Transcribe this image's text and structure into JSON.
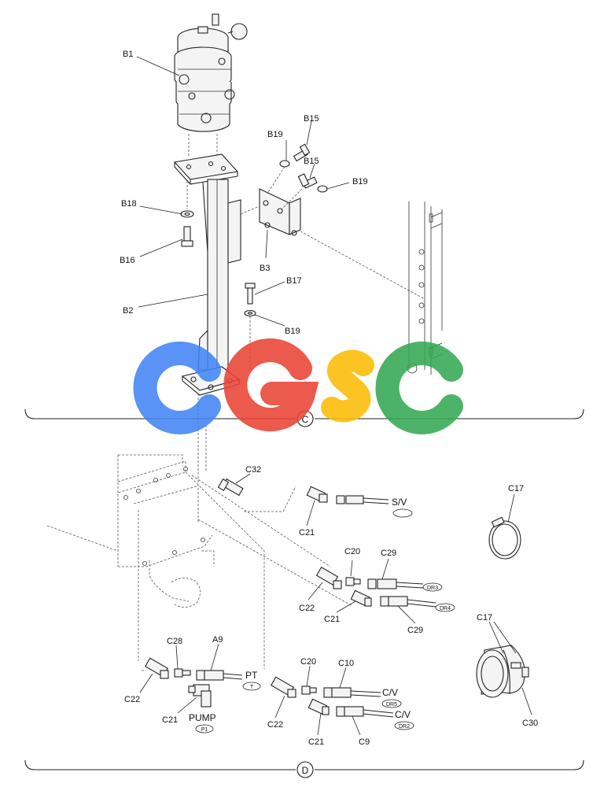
{
  "section_c": {
    "marker": "C",
    "labels": {
      "b1": "B1",
      "b2": "B2",
      "b3": "B3",
      "b15a": "B15",
      "b15b": "B15",
      "b16": "B16",
      "b17": "B17",
      "b18": "B18",
      "b19a": "B19",
      "b19b": "B19",
      "b19c": "B19"
    }
  },
  "section_d": {
    "marker": "D",
    "labels": {
      "c32": "C32",
      "c21a": "C21",
      "c21b": "C21",
      "c21c": "C21",
      "c21d": "C21",
      "c22a": "C22",
      "c22b": "C22",
      "c22c": "C22",
      "c20a": "C20",
      "c20b": "C20",
      "c29a": "C29",
      "c29b": "C29",
      "c17a": "C17",
      "c17b": "C17",
      "c30": "C30",
      "c28": "C28",
      "a9": "A9",
      "c10": "C10",
      "c9": "C9"
    },
    "port_labels": {
      "sv": "S/V",
      "pt": "PT",
      "pump": "PUMP",
      "cv1": "C/V",
      "cv2": "C/V"
    },
    "port_tags": {
      "sv_tag": "",
      "t": "T",
      "p1": "P1",
      "dr3": "DR3",
      "dr4": "DR4",
      "dr5": "DR5",
      "dr2": "DR2"
    }
  },
  "watermark": {
    "letters": [
      "C",
      "G",
      "S",
      "C"
    ],
    "colors": [
      "#4285F4",
      "#EA4335",
      "#FBBC05",
      "#34A853"
    ]
  }
}
